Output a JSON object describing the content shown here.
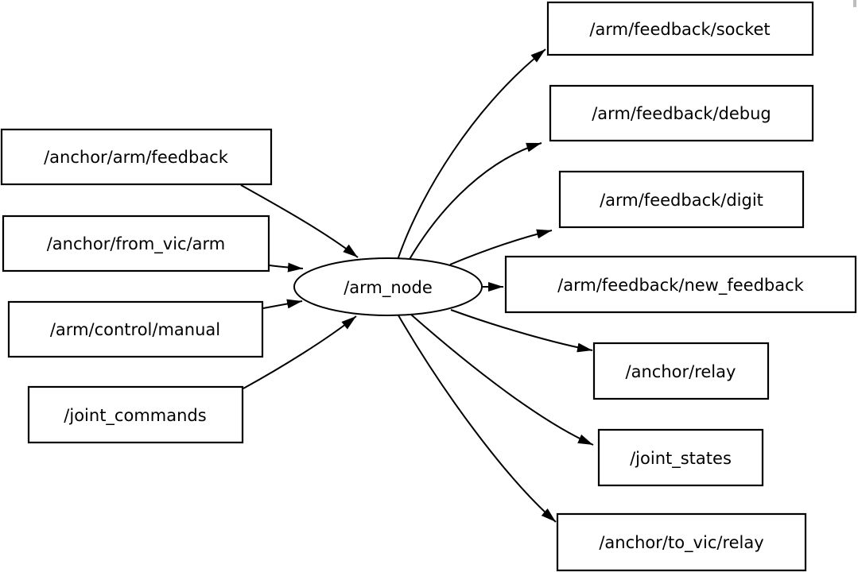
{
  "diagram": {
    "type": "ros-node-graph",
    "background_color": "#ffffff",
    "line_color": "#000000",
    "text_color": "#000000",
    "node": {
      "label": "/arm_node",
      "shape": "ellipse"
    },
    "inputs": [
      {
        "label": "/anchor/arm/feedback"
      },
      {
        "label": "/anchor/from_vic/arm"
      },
      {
        "label": "/arm/control/manual"
      },
      {
        "label": "/joint_commands"
      }
    ],
    "outputs": [
      {
        "label": "/arm/feedback/socket"
      },
      {
        "label": "/arm/feedback/debug"
      },
      {
        "label": "/arm/feedback/digit"
      },
      {
        "label": "/arm/feedback/new_feedback"
      },
      {
        "label": "/anchor/relay"
      },
      {
        "label": "/joint_states"
      },
      {
        "label": "/anchor/to_vic/relay"
      }
    ],
    "edges": [
      {
        "from": "/anchor/arm/feedback",
        "to": "/arm_node"
      },
      {
        "from": "/anchor/from_vic/arm",
        "to": "/arm_node"
      },
      {
        "from": "/arm/control/manual",
        "to": "/arm_node"
      },
      {
        "from": "/joint_commands",
        "to": "/arm_node"
      },
      {
        "from": "/arm_node",
        "to": "/arm/feedback/socket"
      },
      {
        "from": "/arm_node",
        "to": "/arm/feedback/debug"
      },
      {
        "from": "/arm_node",
        "to": "/arm/feedback/digit"
      },
      {
        "from": "/arm_node",
        "to": "/arm/feedback/new_feedback"
      },
      {
        "from": "/arm_node",
        "to": "/anchor/relay"
      },
      {
        "from": "/arm_node",
        "to": "/joint_states"
      },
      {
        "from": "/arm_node",
        "to": "/anchor/to_vic/relay"
      }
    ]
  }
}
